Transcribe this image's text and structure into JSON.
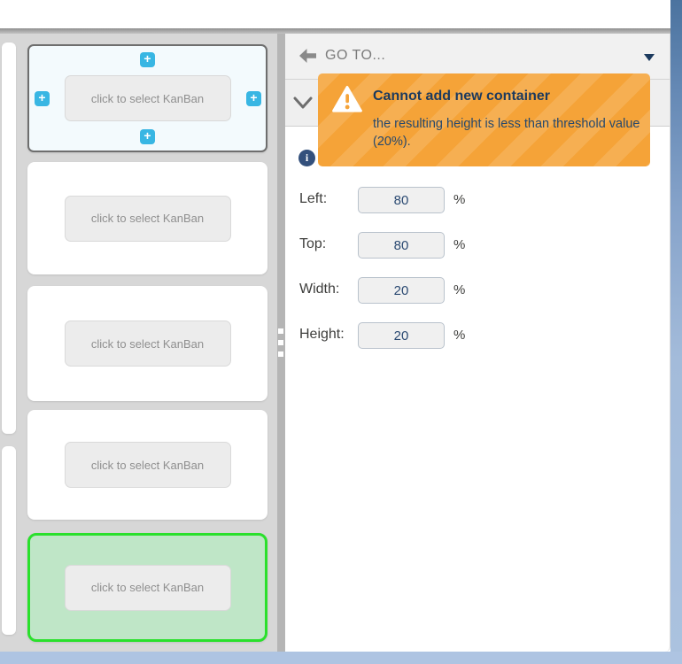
{
  "colors": {
    "accent_cyan": "#38b6e3",
    "selected_green_border": "#2ae02c",
    "selected_green_bg": "#bfe6c7",
    "focused_card_bg": "#f3fafd",
    "toast_orange": "#f5a338",
    "navy_text": "#1c3a5e",
    "panel_gray": "#d7d7d7",
    "side_band_blue": "#aec4e2"
  },
  "left_panel": {
    "kanban_button_label": "click to select KanBan",
    "add_button_glyph": "+",
    "cards": [
      {
        "id": "card-1",
        "state": "focused"
      },
      {
        "id": "card-2",
        "state": "default"
      },
      {
        "id": "card-3",
        "state": "default"
      },
      {
        "id": "card-4",
        "state": "default"
      },
      {
        "id": "card-5",
        "state": "selected"
      }
    ]
  },
  "right_panel": {
    "header": {
      "title": "GO TO..."
    },
    "info_icon_glyph": "i",
    "form": {
      "rows": [
        {
          "label": "Left:",
          "value": "80",
          "unit": "%"
        },
        {
          "label": "Top:",
          "value": "80",
          "unit": "%"
        },
        {
          "label": "Width:",
          "value": "20",
          "unit": "%"
        },
        {
          "label": "Height:",
          "value": "20",
          "unit": "%"
        }
      ]
    }
  },
  "toast": {
    "title": "Cannot add new container",
    "message": "the resulting height is less than threshold value (20%)."
  }
}
